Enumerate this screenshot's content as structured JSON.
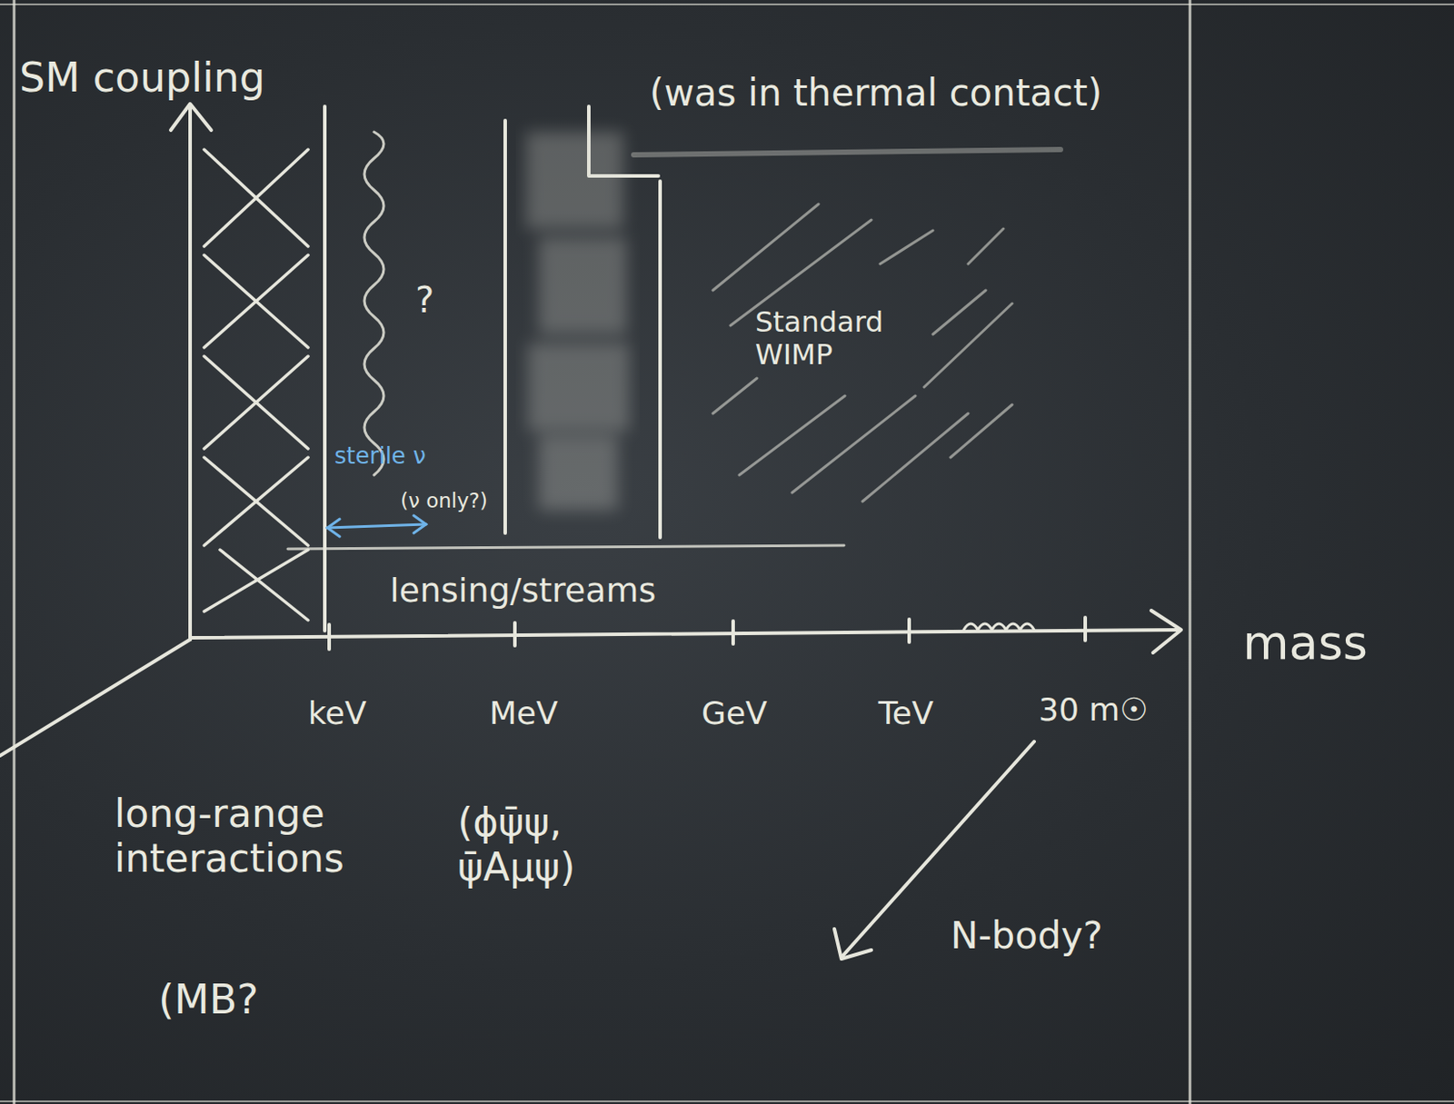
{
  "diagram": {
    "labels": [
      "SM coupling",
      "(was in thermal contact)",
      "?",
      "Standard WIMP",
      "sterile ν",
      "(ν only?)",
      "lensing/streams",
      "keV",
      "MeV",
      "GeV",
      "TeV",
      "30 m☉",
      "mass",
      "long-range interactions",
      "(ϕψ̄ψ, ψ̄Aμψ)",
      "(MB?",
      "N-body?"
    ]
  }
}
